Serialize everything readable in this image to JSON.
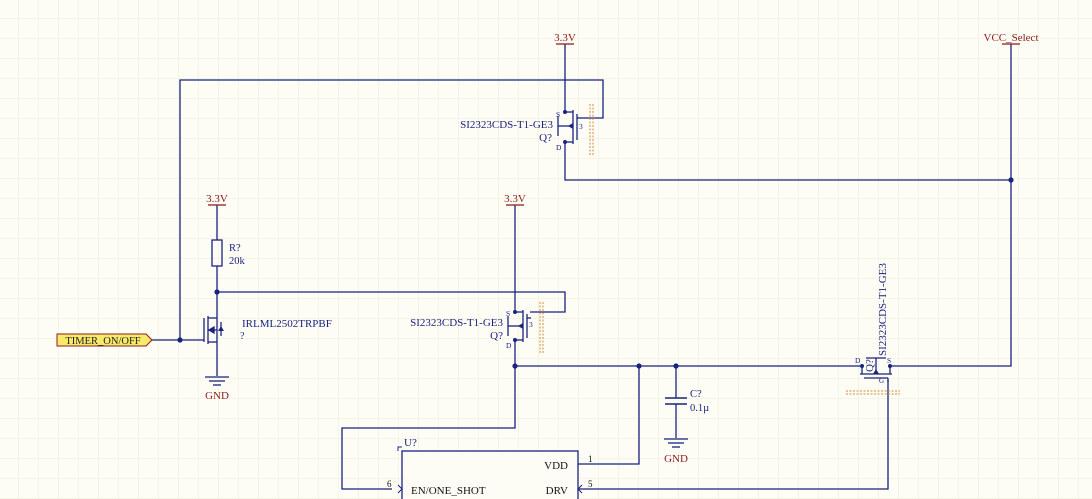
{
  "colors": {
    "background": "#fdfdf6",
    "grid": "#ececd8",
    "wire": "#1a237e",
    "component": "#1a237e",
    "power": "#8b1a1a",
    "mosfet_body": "#d28a36",
    "port_fill": "#f7e96a"
  },
  "power_ports": {
    "top": "3.3V",
    "left": "3.3V",
    "middle": "3.3V",
    "vcc_select": "VCC_Select"
  },
  "ground_labels": {
    "left": "GND",
    "cap": "GND"
  },
  "net_port": {
    "label": "TIMER_ON/OFF"
  },
  "q_top": {
    "part": "SI2323CDS-T1-GE3",
    "designator": "Q?",
    "pins": {
      "s": "S",
      "d": "D",
      "g": "3"
    }
  },
  "q_mid": {
    "part": "SI2323CDS-T1-GE3",
    "designator": "Q?",
    "pins": {
      "s": "S",
      "d": "D",
      "g": "3"
    }
  },
  "q_right": {
    "part": "SI2323CDS-T1-GE3",
    "designator": "Q?",
    "pins": {
      "d": "D",
      "s": "S",
      "g": "G"
    }
  },
  "q_left": {
    "part": "IRLML2502TRPBF",
    "designator": "?"
  },
  "resistor": {
    "designator": "R?",
    "value": "20k"
  },
  "capacitor": {
    "designator": "C?",
    "value": "0.1µ"
  },
  "ic": {
    "designator": "U?",
    "pins": [
      {
        "name": "VDD",
        "number": "1"
      },
      {
        "name": "EN/ONE_SHOT",
        "number": "6"
      },
      {
        "name": "DRV",
        "number": "5"
      }
    ]
  }
}
